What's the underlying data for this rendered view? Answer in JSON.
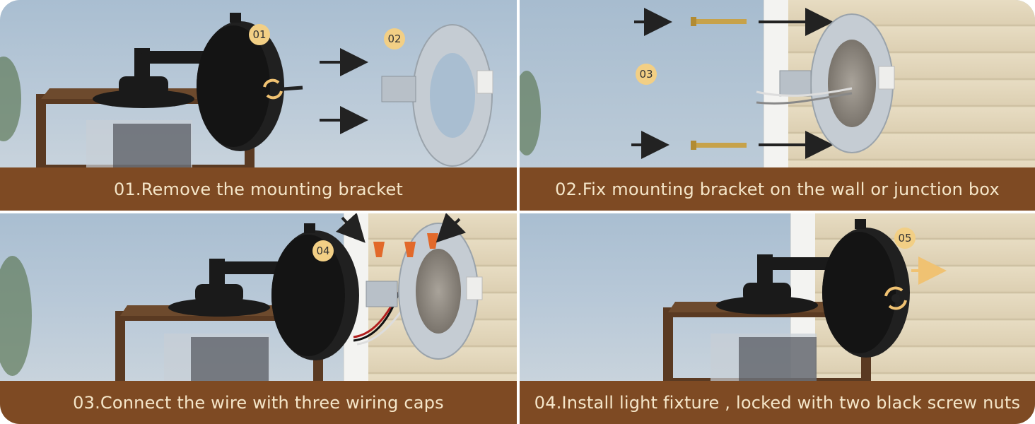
{
  "steps": [
    {
      "caption": "01.Remove the mounting bracket",
      "badges": [
        "01",
        "02"
      ]
    },
    {
      "caption": "02.Fix mounting bracket on the wall or junction box",
      "badges": [
        "03"
      ]
    },
    {
      "caption": "03.Connect the wire with three wiring caps",
      "badges": [
        "04"
      ]
    },
    {
      "caption": "04.Install light fixture , locked with two black screw nuts",
      "badges": [
        "05"
      ]
    }
  ],
  "colors": {
    "caption_bar": "#7e4a23",
    "caption_text": "#f5e6c9",
    "badge": "#f2cf85",
    "sky": "#b5c6d6",
    "fixture_black": "#1a1a1a",
    "frame_brown": "#5a3a22",
    "bracket_metal": "#c5ccd3",
    "wire_cap_orange": "#e2692a",
    "arrow_dark": "#222222",
    "arrow_yellow": "#f0c272"
  },
  "icons": [
    "rotate-arrows-icon",
    "arrow-right-icon",
    "arrow-diagonal-icon"
  ]
}
